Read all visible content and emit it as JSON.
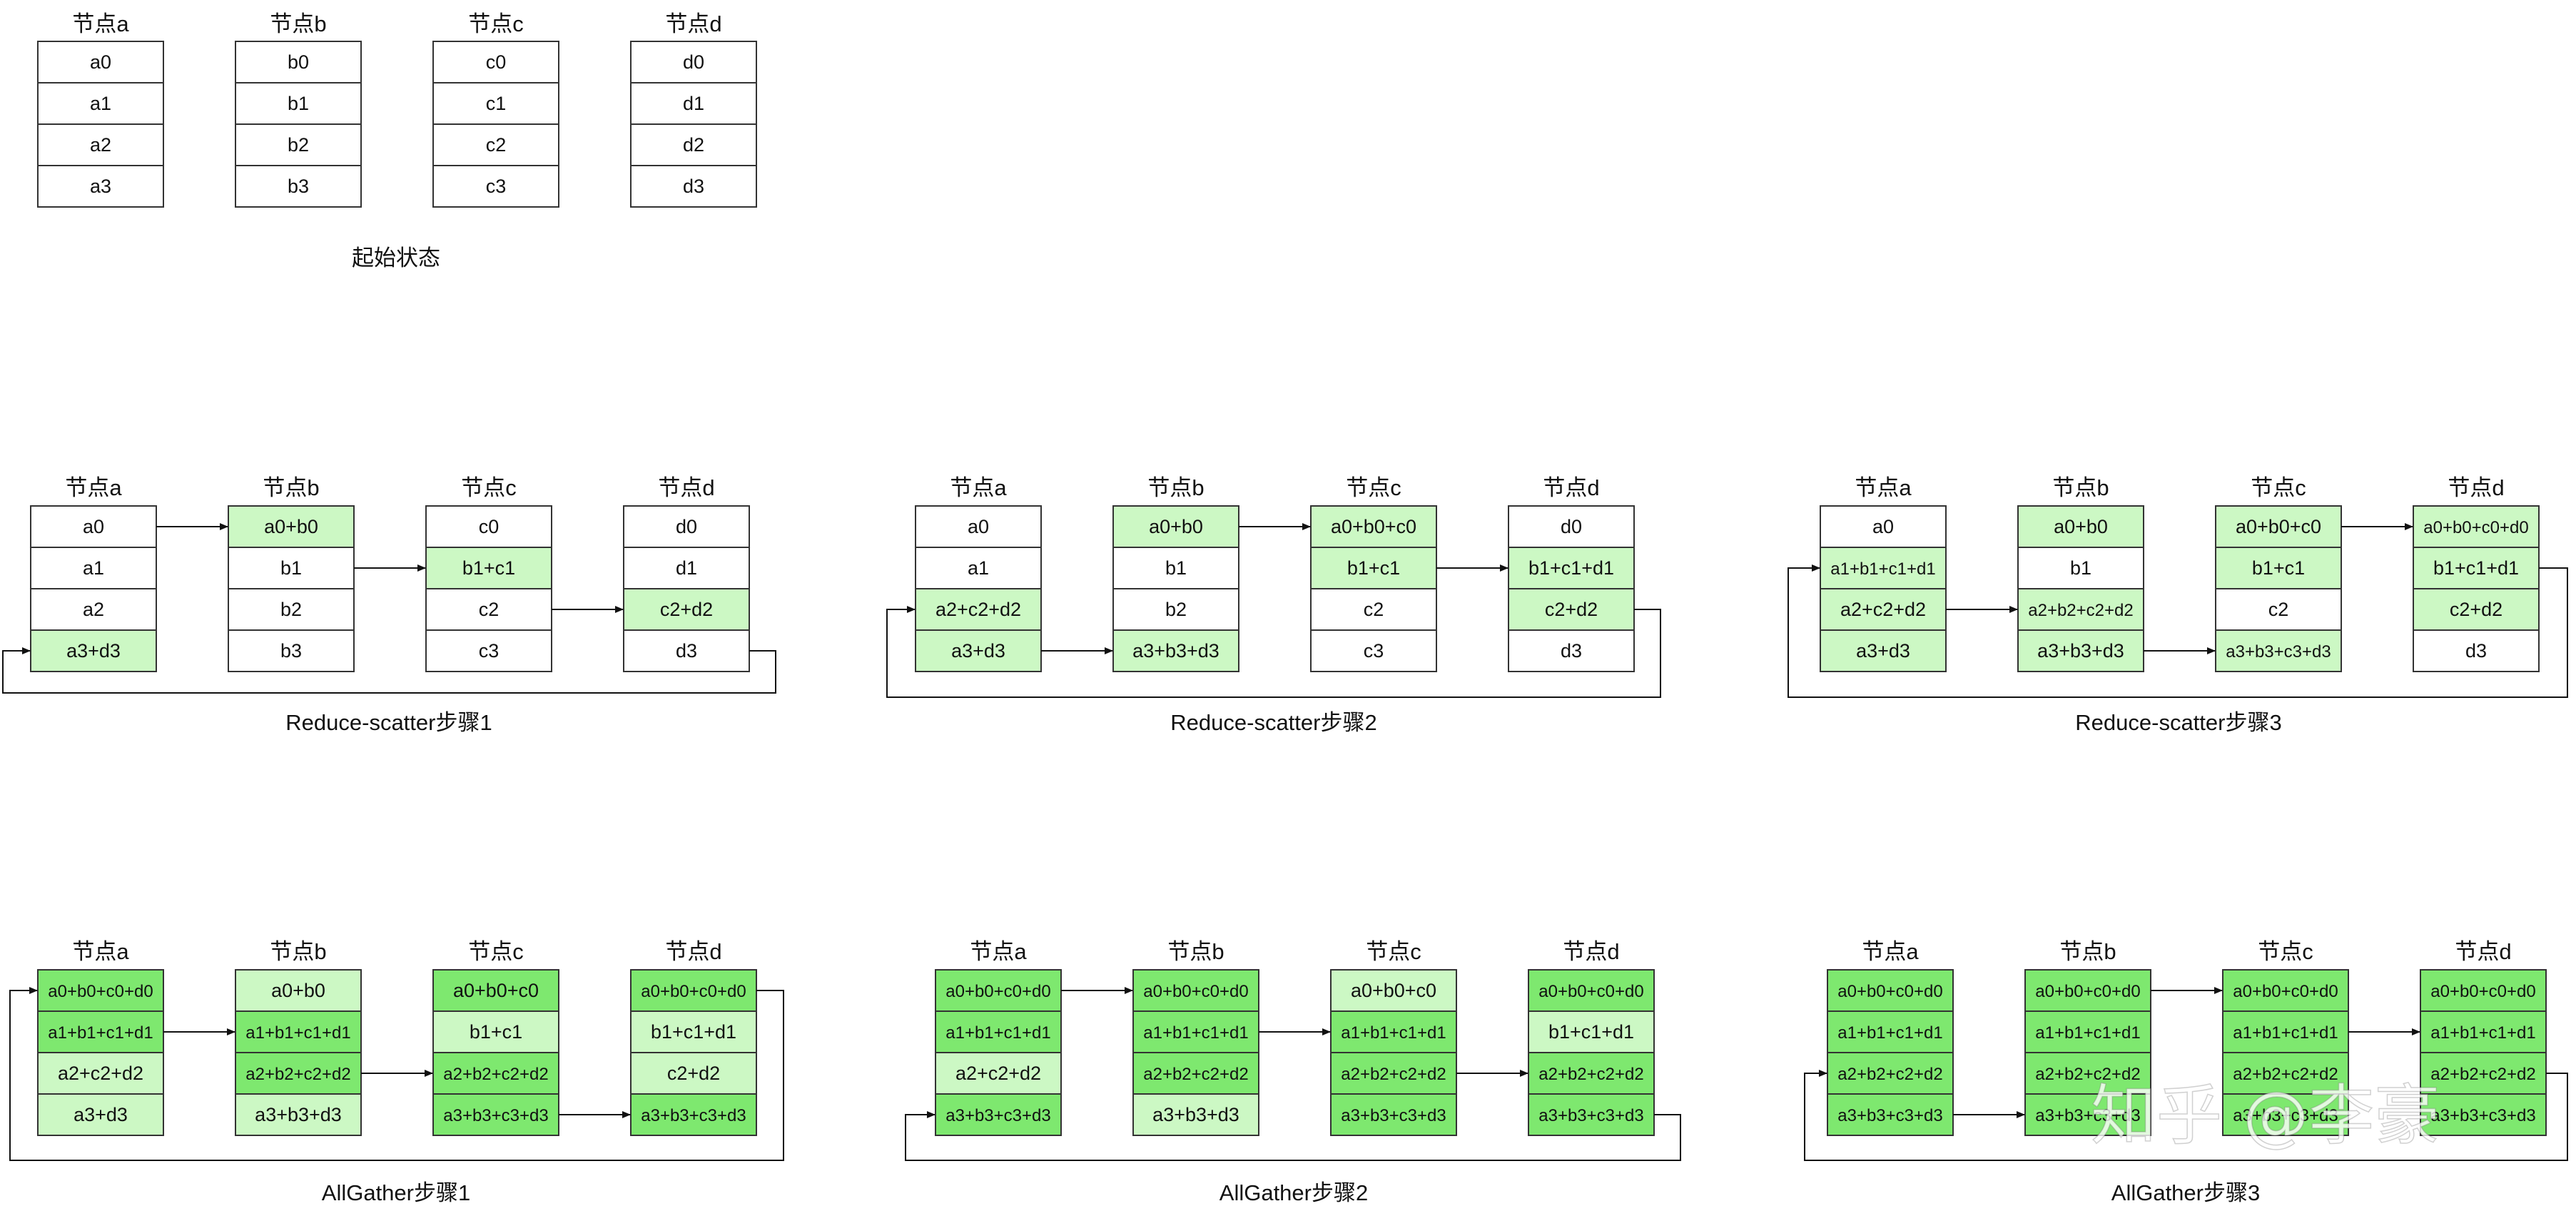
{
  "colors": {
    "white": "#ffffff",
    "light": "#ccf8c4",
    "green": "#7ee86f",
    "border": "#333333"
  },
  "watermark": "知乎 @李豪",
  "nodes": [
    "节点a",
    "节点b",
    "节点c",
    "节点d"
  ],
  "panels": [
    {
      "id": "initial",
      "caption": "起始状态",
      "cells": [
        [
          [
            "a0",
            "white"
          ],
          [
            "a1",
            "white"
          ],
          [
            "a2",
            "white"
          ],
          [
            "a3",
            "white"
          ]
        ],
        [
          [
            "b0",
            "white"
          ],
          [
            "b1",
            "white"
          ],
          [
            "b2",
            "white"
          ],
          [
            "b3",
            "white"
          ]
        ],
        [
          [
            "c0",
            "white"
          ],
          [
            "c1",
            "white"
          ],
          [
            "c2",
            "white"
          ],
          [
            "c3",
            "white"
          ]
        ],
        [
          [
            "d0",
            "white"
          ],
          [
            "d1",
            "white"
          ],
          [
            "d2",
            "white"
          ],
          [
            "d3",
            "white"
          ]
        ]
      ],
      "arrows": [],
      "wrap": null
    },
    {
      "id": "rs1",
      "caption": "Reduce-scatter步骤1",
      "cells": [
        [
          [
            "a0",
            "white"
          ],
          [
            "a1",
            "white"
          ],
          [
            "a2",
            "white"
          ],
          [
            "a3+d3",
            "light"
          ]
        ],
        [
          [
            "a0+b0",
            "light"
          ],
          [
            "b1",
            "white"
          ],
          [
            "b2",
            "white"
          ],
          [
            "b3",
            "white"
          ]
        ],
        [
          [
            "c0",
            "white"
          ],
          [
            "b1+c1",
            "light"
          ],
          [
            "c2",
            "white"
          ],
          [
            "c3",
            "white"
          ]
        ],
        [
          [
            "d0",
            "white"
          ],
          [
            "d1",
            "white"
          ],
          [
            "c2+d2",
            "light"
          ],
          [
            "d3",
            "white"
          ]
        ]
      ],
      "arrows": [
        [
          0,
          0
        ],
        [
          1,
          1
        ],
        [
          2,
          2
        ]
      ],
      "wrap": 3
    },
    {
      "id": "rs2",
      "caption": "Reduce-scatter步骤2",
      "cells": [
        [
          [
            "a0",
            "white"
          ],
          [
            "a1",
            "white"
          ],
          [
            "a2+c2+d2",
            "light"
          ],
          [
            "a3+d3",
            "light"
          ]
        ],
        [
          [
            "a0+b0",
            "light"
          ],
          [
            "b1",
            "white"
          ],
          [
            "b2",
            "white"
          ],
          [
            "a3+b3+d3",
            "light"
          ]
        ],
        [
          [
            "a0+b0+c0",
            "light"
          ],
          [
            "b1+c1",
            "light"
          ],
          [
            "c2",
            "white"
          ],
          [
            "c3",
            "white"
          ]
        ],
        [
          [
            "d0",
            "white"
          ],
          [
            "b1+c1+d1",
            "light"
          ],
          [
            "c2+d2",
            "light"
          ],
          [
            "d3",
            "white"
          ]
        ]
      ],
      "arrows": [
        [
          0,
          3
        ],
        [
          1,
          0
        ],
        [
          2,
          1
        ]
      ],
      "wrap": 2
    },
    {
      "id": "rs3",
      "caption": "Reduce-scatter步骤3",
      "cells": [
        [
          [
            "a0",
            "white"
          ],
          [
            "a1+b1+c1+d1",
            "light"
          ],
          [
            "a2+c2+d2",
            "light"
          ],
          [
            "a3+d3",
            "light"
          ]
        ],
        [
          [
            "a0+b0",
            "light"
          ],
          [
            "b1",
            "white"
          ],
          [
            "a2+b2+c2+d2",
            "light"
          ],
          [
            "a3+b3+d3",
            "light"
          ]
        ],
        [
          [
            "a0+b0+c0",
            "light"
          ],
          [
            "b1+c1",
            "light"
          ],
          [
            "c2",
            "white"
          ],
          [
            "a3+b3+c3+d3",
            "light"
          ]
        ],
        [
          [
            "a0+b0+c0+d0",
            "light"
          ],
          [
            "b1+c1+d1",
            "light"
          ],
          [
            "c2+d2",
            "light"
          ],
          [
            "d3",
            "white"
          ]
        ]
      ],
      "arrows": [
        [
          0,
          2
        ],
        [
          1,
          3
        ],
        [
          2,
          0
        ]
      ],
      "wrap": 1
    },
    {
      "id": "ag1",
      "caption": "AllGather步骤1",
      "cells": [
        [
          [
            "a0+b0+c0+d0",
            "green"
          ],
          [
            "a1+b1+c1+d1",
            "green"
          ],
          [
            "a2+c2+d2",
            "light"
          ],
          [
            "a3+d3",
            "light"
          ]
        ],
        [
          [
            "a0+b0",
            "light"
          ],
          [
            "a1+b1+c1+d1",
            "green"
          ],
          [
            "a2+b2+c2+d2",
            "green"
          ],
          [
            "a3+b3+d3",
            "light"
          ]
        ],
        [
          [
            "a0+b0+c0",
            "green"
          ],
          [
            "b1+c1",
            "light"
          ],
          [
            "a2+b2+c2+d2",
            "green"
          ],
          [
            "a3+b3+c3+d3",
            "green"
          ]
        ],
        [
          [
            "a0+b0+c0+d0",
            "green"
          ],
          [
            "b1+c1+d1",
            "light"
          ],
          [
            "c2+d2",
            "light"
          ],
          [
            "a3+b3+c3+d3",
            "green"
          ]
        ]
      ],
      "arrows": [
        [
          0,
          1
        ],
        [
          1,
          2
        ],
        [
          2,
          3
        ]
      ],
      "wrap": 0
    },
    {
      "id": "ag2",
      "caption": "AllGather步骤2",
      "cells": [
        [
          [
            "a0+b0+c0+d0",
            "green"
          ],
          [
            "a1+b1+c1+d1",
            "green"
          ],
          [
            "a2+c2+d2",
            "light"
          ],
          [
            "a3+b3+c3+d3",
            "green"
          ]
        ],
        [
          [
            "a0+b0+c0+d0",
            "green"
          ],
          [
            "a1+b1+c1+d1",
            "green"
          ],
          [
            "a2+b2+c2+d2",
            "green"
          ],
          [
            "a3+b3+d3",
            "light"
          ]
        ],
        [
          [
            "a0+b0+c0",
            "light"
          ],
          [
            "a1+b1+c1+d1",
            "green"
          ],
          [
            "a2+b2+c2+d2",
            "green"
          ],
          [
            "a3+b3+c3+d3",
            "green"
          ]
        ],
        [
          [
            "a0+b0+c0+d0",
            "green"
          ],
          [
            "b1+c1+d1",
            "light"
          ],
          [
            "a2+b2+c2+d2",
            "green"
          ],
          [
            "a3+b3+c3+d3",
            "green"
          ]
        ]
      ],
      "arrows": [
        [
          0,
          0
        ],
        [
          1,
          1
        ],
        [
          2,
          2
        ]
      ],
      "wrap": 3
    },
    {
      "id": "ag3",
      "caption": "AllGather步骤3",
      "cells": [
        [
          [
            "a0+b0+c0+d0",
            "green"
          ],
          [
            "a1+b1+c1+d1",
            "green"
          ],
          [
            "a2+b2+c2+d2",
            "green"
          ],
          [
            "a3+b3+c3+d3",
            "green"
          ]
        ],
        [
          [
            "a0+b0+c0+d0",
            "green"
          ],
          [
            "a1+b1+c1+d1",
            "green"
          ],
          [
            "a2+b2+c2+d2",
            "green"
          ],
          [
            "a3+b3+c3+d3",
            "green"
          ]
        ],
        [
          [
            "a0+b0+c0+d0",
            "green"
          ],
          [
            "a1+b1+c1+d1",
            "green"
          ],
          [
            "a2+b2+c2+d2",
            "green"
          ],
          [
            "a3+b3+c3+d3",
            "green"
          ]
        ],
        [
          [
            "a0+b0+c0+d0",
            "green"
          ],
          [
            "a1+b1+c1+d1",
            "green"
          ],
          [
            "a2+b2+c2+d2",
            "green"
          ],
          [
            "a3+b3+c3+d3",
            "green"
          ]
        ]
      ],
      "arrows": [
        [
          0,
          3
        ],
        [
          1,
          0
        ],
        [
          2,
          1
        ]
      ],
      "wrap": 2
    }
  ]
}
